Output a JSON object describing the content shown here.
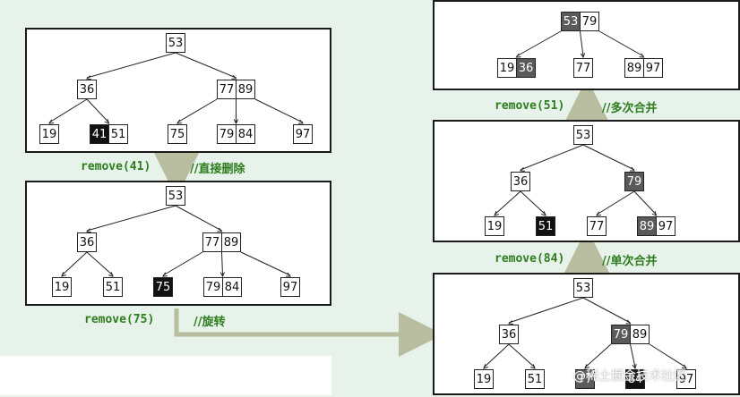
{
  "panels": [
    {
      "id": "p1",
      "nodes": [
        {
          "keys": [
            {
              "v": "53",
              "s": "n"
            }
          ]
        },
        {
          "keys": [
            {
              "v": "36",
              "s": "n"
            }
          ]
        },
        {
          "keys": [
            {
              "v": "77",
              "s": "n"
            },
            {
              "v": "89",
              "s": "n"
            }
          ]
        },
        {
          "keys": [
            {
              "v": "19",
              "s": "n"
            }
          ]
        },
        {
          "keys": [
            {
              "v": "41",
              "s": "b"
            },
            {
              "v": "51",
              "s": "n"
            }
          ]
        },
        {
          "keys": [
            {
              "v": "75",
              "s": "n"
            }
          ]
        },
        {
          "keys": [
            {
              "v": "79",
              "s": "n"
            },
            {
              "v": "84",
              "s": "n"
            }
          ]
        },
        {
          "keys": [
            {
              "v": "97",
              "s": "n"
            }
          ]
        }
      ]
    },
    {
      "id": "p2",
      "nodes": [
        {
          "keys": [
            {
              "v": "53",
              "s": "n"
            }
          ]
        },
        {
          "keys": [
            {
              "v": "36",
              "s": "n"
            }
          ]
        },
        {
          "keys": [
            {
              "v": "77",
              "s": "n"
            },
            {
              "v": "89",
              "s": "n"
            }
          ]
        },
        {
          "keys": [
            {
              "v": "19",
              "s": "n"
            }
          ]
        },
        {
          "keys": [
            {
              "v": "51",
              "s": "n"
            }
          ]
        },
        {
          "keys": [
            {
              "v": "75",
              "s": "b"
            }
          ]
        },
        {
          "keys": [
            {
              "v": "79",
              "s": "n"
            },
            {
              "v": "84",
              "s": "n"
            }
          ]
        },
        {
          "keys": [
            {
              "v": "97",
              "s": "n"
            }
          ]
        }
      ]
    },
    {
      "id": "p3",
      "nodes": [
        {
          "keys": [
            {
              "v": "53",
              "s": "n"
            }
          ]
        },
        {
          "keys": [
            {
              "v": "36",
              "s": "n"
            }
          ]
        },
        {
          "keys": [
            {
              "v": "79",
              "s": "g"
            },
            {
              "v": "89",
              "s": "n"
            }
          ]
        },
        {
          "keys": [
            {
              "v": "19",
              "s": "n"
            }
          ]
        },
        {
          "keys": [
            {
              "v": "51",
              "s": "n"
            }
          ]
        },
        {
          "keys": [
            {
              "v": "77",
              "s": "g"
            }
          ]
        },
        {
          "keys": [
            {
              "v": "84",
              "s": "b"
            }
          ]
        },
        {
          "keys": [
            {
              "v": "97",
              "s": "n"
            }
          ]
        }
      ]
    },
    {
      "id": "p4",
      "nodes": [
        {
          "keys": [
            {
              "v": "53",
              "s": "n"
            }
          ]
        },
        {
          "keys": [
            {
              "v": "36",
              "s": "n"
            }
          ]
        },
        {
          "keys": [
            {
              "v": "79",
              "s": "g"
            }
          ]
        },
        {
          "keys": [
            {
              "v": "19",
              "s": "n"
            }
          ]
        },
        {
          "keys": [
            {
              "v": "51",
              "s": "b"
            }
          ]
        },
        {
          "keys": [
            {
              "v": "77",
              "s": "n"
            }
          ]
        },
        {
          "keys": [
            {
              "v": "89",
              "s": "g"
            },
            {
              "v": "97",
              "s": "n"
            }
          ]
        }
      ]
    },
    {
      "id": "p5",
      "nodes": [
        {
          "keys": [
            {
              "v": "53",
              "s": "g"
            },
            {
              "v": "79",
              "s": "n"
            }
          ]
        },
        {
          "keys": [
            {
              "v": "19",
              "s": "n"
            },
            {
              "v": "36",
              "s": "g"
            }
          ]
        },
        {
          "keys": [
            {
              "v": "77",
              "s": "n"
            }
          ]
        },
        {
          "keys": [
            {
              "v": "89",
              "s": "n"
            },
            {
              "v": "97",
              "s": "n"
            }
          ]
        }
      ]
    }
  ],
  "steps": [
    {
      "op": "remove(41)",
      "comment": "//直接删除"
    },
    {
      "op": "remove(75)",
      "comment": "//旋转"
    },
    {
      "op": "remove(84)",
      "comment": "//单次合并"
    },
    {
      "op": "remove(51)",
      "comment": "//多次合并"
    }
  ],
  "watermark": "@稀土掘金技术社区",
  "colors": {
    "highlight_black": "#111111",
    "highlight_gray": "#5a5a5a",
    "arrow": "#b9bd9f",
    "text_green": "#2e7d1e"
  }
}
